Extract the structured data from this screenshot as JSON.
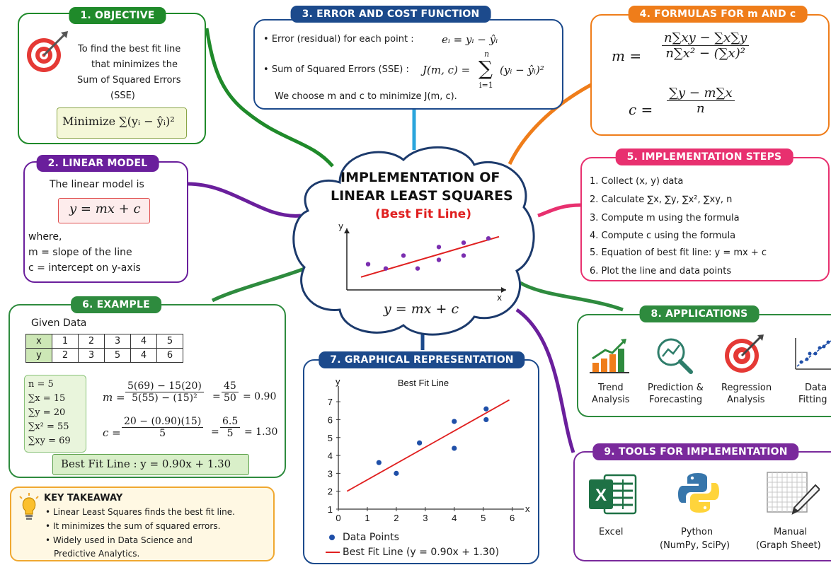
{
  "center": {
    "title_line1": "IMPLEMENTATION OF",
    "title_line2": "LINEAR LEAST SQUARES",
    "subtitle": "(Best Fit Line)",
    "axis_y": "y",
    "axis_x": "x",
    "equation": "y = mx + c"
  },
  "objective": {
    "tag": "1. OBJECTIVE",
    "text_lines": [
      "To find the best fit line",
      "that minimizes the",
      "Sum of Squared Errors",
      "(SSE)"
    ],
    "formula": "Minimize ∑(yᵢ − ŷᵢ)²",
    "icon": "target-icon"
  },
  "linear_model": {
    "tag": "2. LINEAR MODEL",
    "intro": "The linear model is",
    "formula": "y = mx + c",
    "where": "where,",
    "m_def": "m = slope of the line",
    "c_def": "c = intercept on y-axis"
  },
  "error_cost": {
    "tag": "3. ERROR AND COST FUNCTION",
    "residual_label": "Error (residual) for each point :",
    "residual_formula": "eᵢ = yᵢ − ŷᵢ",
    "sse_label": "Sum of Squared Errors (SSE) :",
    "sse_formula_lhs": "J(m, c) =",
    "sse_sum_top": "n",
    "sse_sum_bottom": "i=1",
    "sse_formula_rhs": "(yᵢ − ŷᵢ)²",
    "choose": "We choose m and c to minimize J(m, c)."
  },
  "formulas": {
    "tag": "4. FORMULAS FOR m AND c",
    "m_lhs": "m =",
    "m_num": "n∑xy − ∑x∑y",
    "m_den": "n∑x² − (∑x)²",
    "c_lhs": "c =",
    "c_num": "∑y − m∑x",
    "c_den": "n"
  },
  "steps": {
    "tag": "5. IMPLEMENTATION STEPS",
    "items": [
      "1. Collect (x, y) data",
      "2. Calculate ∑x, ∑y, ∑x², ∑xy, n",
      "3. Compute m using the formula",
      "4. Compute c using the formula",
      "5. Equation of best fit line:  y = mx + c",
      "6. Plot the line and data points"
    ]
  },
  "example": {
    "tag": "6. EXAMPLE",
    "given": "Given Data",
    "table": {
      "x_label": "x",
      "x_values": [
        "1",
        "2",
        "3",
        "4",
        "5"
      ],
      "y_label": "y",
      "y_values": [
        "2",
        "3",
        "5",
        "4",
        "6"
      ]
    },
    "sums": [
      "n = 5",
      "∑x = 15",
      "∑y = 20",
      "∑x² = 55",
      "∑xy = 69"
    ],
    "m_lhs": "m =",
    "m_num": "5(69) − 15(20)",
    "m_den": "5(55) − (15)²",
    "m_eq": "=",
    "m_num2": "45",
    "m_den2": "50",
    "m_result": "= 0.90",
    "c_lhs": "c =",
    "c_num": "20 − (0.90)(15)",
    "c_den": "5",
    "c_eq": "=",
    "c_num2": "6.5",
    "c_den2": "5",
    "c_result": "= 1.30",
    "best_fit": "Best Fit Line :  y = 0.90x + 1.30"
  },
  "takeaway": {
    "title": "KEY TAKEAWAY",
    "items": [
      "Linear Least Squares finds the best fit line.",
      "It minimizes the sum of squared errors.",
      "Widely used in Data Science and"
    ],
    "continuation": "Predictive Analytics.",
    "icon": "lightbulb-icon"
  },
  "graph": {
    "tag": "7. GRAPHICAL REPRESENTATION",
    "legend_points": "Data Points",
    "legend_line": "Best Fit Line (y = 0.90x + 1.30)"
  },
  "applications": {
    "tag": "8. APPLICATIONS",
    "items": [
      {
        "line1": "Trend",
        "line2": "Analysis",
        "icon": "trend-chart-icon"
      },
      {
        "line1": "Prediction &",
        "line2": "Forecasting",
        "icon": "magnifier-chart-icon"
      },
      {
        "line1": "Regression",
        "line2": "Analysis",
        "icon": "target-arrow-icon"
      },
      {
        "line1": "Data",
        "line2": "Fitting",
        "icon": "scatter-fit-icon"
      }
    ]
  },
  "tools": {
    "tag": "9. TOOLS FOR IMPLEMENTATION",
    "items": [
      {
        "line1": "Excel",
        "line2": "",
        "icon": "excel-icon"
      },
      {
        "line1": "Python",
        "line2": "(NumPy, SciPy)",
        "icon": "python-icon"
      },
      {
        "line1": "Manual",
        "line2": "(Graph Sheet)",
        "icon": "graph-sheet-pencil-icon"
      }
    ]
  },
  "colors": {
    "objective": "#1f8a2a",
    "linear": "#6a1f9c",
    "error": "#1c4a8c",
    "formulas": "#ef7d1a",
    "steps": "#e8306f",
    "example": "#2e8b3e",
    "graph": "#1c4a8c",
    "applications": "#2e8b3e",
    "tools": "#7a2a9c",
    "takeaway": "#f0a830",
    "red": "#e02020",
    "point": "#1f4fa8"
  },
  "chart_data": [
    {
      "type": "scatter",
      "title": "",
      "xlabel": "x",
      "ylabel": "y",
      "series": [
        {
          "kind": "points",
          "points": [
            [
              0.6,
              0.3
            ],
            [
              1.1,
              0.25
            ],
            [
              1.6,
              0.4
            ],
            [
              2.0,
              0.25
            ],
            [
              2.6,
              0.5
            ],
            [
              2.6,
              0.35
            ],
            [
              3.3,
              0.55
            ],
            [
              3.3,
              0.4
            ],
            [
              4.0,
              0.6
            ]
          ]
        },
        {
          "kind": "line",
          "from": [
            0.4,
            0.15
          ],
          "to": [
            4.3,
            0.62
          ]
        }
      ]
    },
    {
      "type": "scatter",
      "title": "Best Fit Line",
      "xlabel": "x",
      "ylabel": "y",
      "xlim": [
        0,
        6.4
      ],
      "ylim": [
        1,
        7.4
      ],
      "xticks": [
        "0",
        "1",
        "2",
        "3",
        "4",
        "5",
        "6"
      ],
      "yticks": [
        "1",
        "2",
        "3",
        "4",
        "5",
        "6",
        "7"
      ],
      "series": [
        {
          "name": "Data Points",
          "kind": "points",
          "x": [
            1.4,
            2.0,
            2.8,
            4.0,
            4.0,
            5.1,
            5.1
          ],
          "y": [
            3.6,
            3.0,
            4.7,
            5.9,
            4.4,
            6.6,
            6.0
          ]
        },
        {
          "name": "Best Fit Line (y = 0.90x + 1.30)",
          "kind": "line",
          "x": [
            0.3,
            5.9
          ],
          "y": [
            2.0,
            7.1
          ]
        }
      ]
    }
  ]
}
